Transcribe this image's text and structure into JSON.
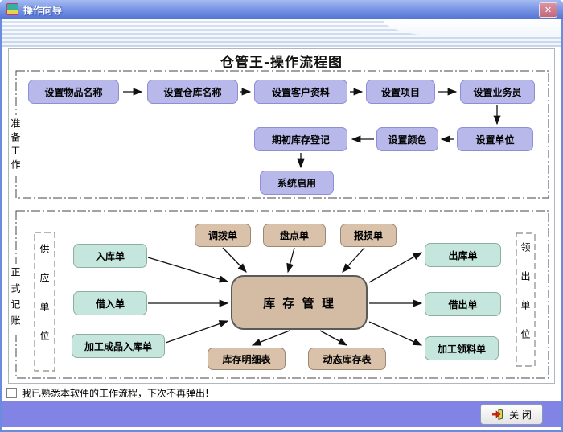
{
  "window": {
    "title": "操作向导",
    "close_glyph": "✕"
  },
  "diagram": {
    "title": "仓管王-操作流程图",
    "prep": {
      "section_label": "准备工作",
      "row1": [
        "设置物品名称",
        "设置仓库名称",
        "设置客户资料",
        "设置项目",
        "设置业务员"
      ],
      "row2": [
        "期初库存登记",
        "设置颜色",
        "设置单位"
      ],
      "row3": [
        "系统启用"
      ]
    },
    "record": {
      "section_label": "正式记账",
      "supplier_label": "供应单位",
      "receiver_label": "领出单位",
      "top_row": [
        "调拨单",
        "盘点单",
        "报损单"
      ],
      "left_col": [
        "入库单",
        "借入单",
        "加工成品入库单"
      ],
      "center": "库 存 管 理",
      "right_col": [
        "出库单",
        "借出单",
        "加工领料单"
      ],
      "bottom_row": [
        "库存明细表",
        "动态库存表"
      ]
    }
  },
  "footer": {
    "checkbox_label": "我已熟悉本软件的工作流程，下次不再弹出!",
    "checkbox_checked": false,
    "close_button_label": "关 闭"
  },
  "colors": {
    "lavender_fill": "#b8b9ea",
    "lavender_border": "#8c8ed6",
    "tan_fill": "#d9c1aa",
    "tan_border": "#9a8877",
    "center_fill": "#d3bba4",
    "center_border": "#5a5a5a",
    "green_fill": "#c5e6dc",
    "green_border": "#8fae9f",
    "titlebar_top": "#a5bcf2",
    "titlebar_bottom": "#5273d6",
    "footer_band": "#8184e4"
  }
}
